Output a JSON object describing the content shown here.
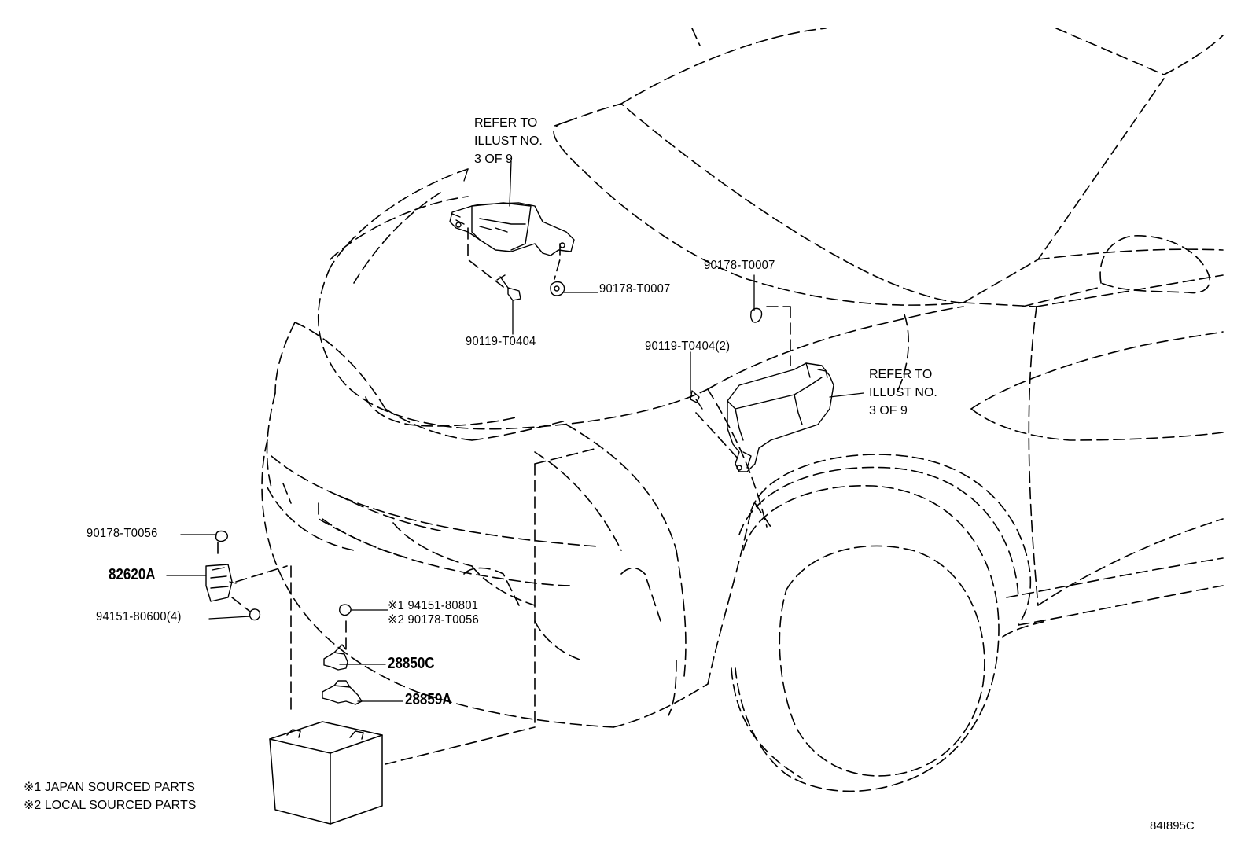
{
  "diagram": {
    "callouts": {
      "top_refer": [
        "REFER TO",
        "ILLUST NO.",
        "3 OF 9"
      ],
      "right_refer": [
        "REFER TO",
        "ILLUST NO.",
        "3 OF 9"
      ],
      "clip_top": "90178-T0007",
      "bolt_top": "90119-T0404",
      "clip_right": "90178-T0007",
      "bolt_right": "90119-T0404(2)",
      "nut_left": "90178-T0056",
      "bracket_left": "82620A",
      "screw_left": "94151-80600(4)",
      "nut_center_1": "※1 94151-80801",
      "nut_center_2": "※2 90178-T0056",
      "clamp_1": "28850C",
      "clamp_2": "28859A"
    },
    "notes": [
      "※1 JAPAN SOURCED PARTS",
      "※2 LOCAL SOURCED PARTS"
    ],
    "illustration_id": "84I895C"
  }
}
